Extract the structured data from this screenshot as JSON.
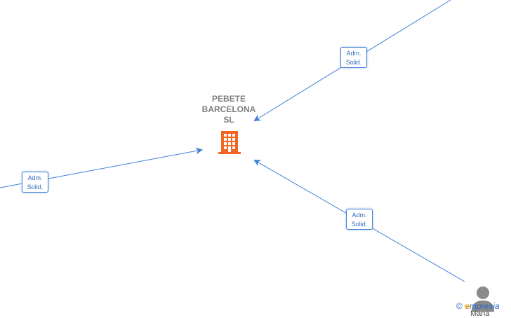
{
  "company": {
    "name_lines": [
      "PEBETE",
      "BARCELONA",
      "SL"
    ],
    "icon": "building-icon",
    "icon_color": "#f26522"
  },
  "relations": [
    {
      "id": "top-right",
      "label_lines": [
        "Adm.",
        "Solid."
      ]
    },
    {
      "id": "left",
      "label_lines": [
        "Adm.",
        "Solid."
      ]
    },
    {
      "id": "bottom-right",
      "label_lines": [
        "Adm.",
        "Solid."
      ]
    }
  ],
  "person": {
    "icon": "person-icon",
    "name_partial": "Mana"
  },
  "watermark": {
    "copyright": "©",
    "brand_initial": "e",
    "brand_rest": "mpresia"
  },
  "colors": {
    "edge": "#3f7fd6",
    "label_text": "#7f7f7f",
    "brand_orange": "#f39200"
  }
}
